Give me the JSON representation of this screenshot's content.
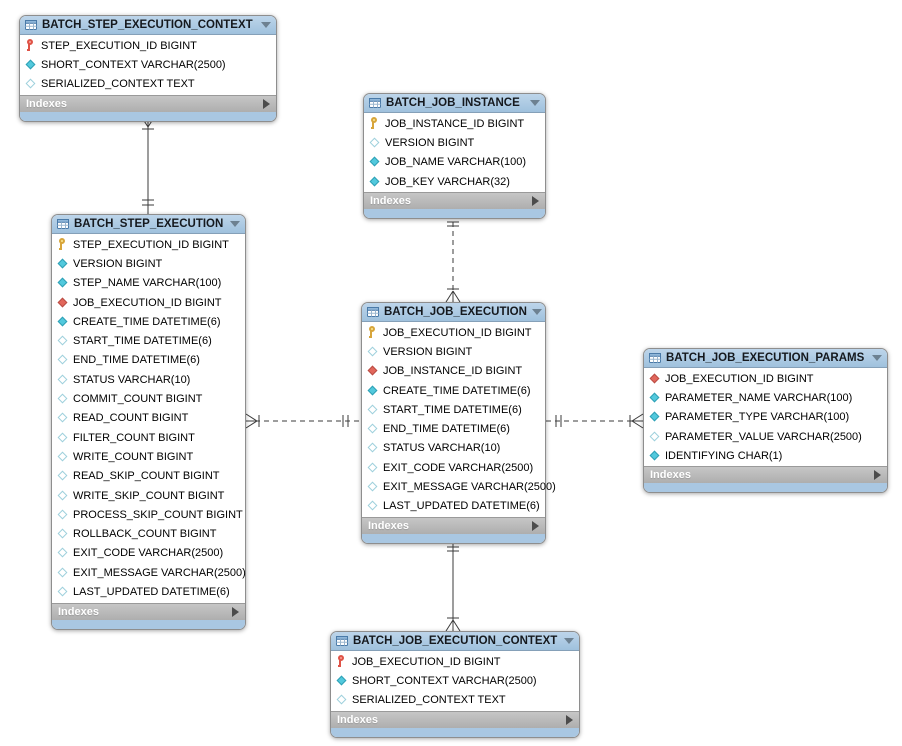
{
  "diagram": {
    "kind": "EER database diagram",
    "colors": {
      "table_header_blue": "#a9c7e2",
      "footer_gray": "#b5b5b5",
      "body_white": "#ffffff",
      "primary_key_yellow": "#f0c040",
      "primary_foreign_key_red": "#df5347",
      "notnull_diamond_cyan": "#52c9dd",
      "foreign_key_diamond_red": "#e2675c",
      "relationship_line": "#3b3b3b"
    }
  },
  "tables": [
    {
      "title": "BATCH_STEP_EXECUTION_CONTEXT",
      "footer": "Indexes",
      "fields": [
        {
          "icon": "primary-foreign-key",
          "label": "STEP_EXECUTION_ID BIGINT"
        },
        {
          "icon": "notnull-column",
          "label": "SHORT_CONTEXT VARCHAR(2500)"
        },
        {
          "icon": "nullable-column",
          "label": "SERIALIZED_CONTEXT TEXT"
        }
      ]
    },
    {
      "title": "BATCH_JOB_INSTANCE",
      "footer": "Indexes",
      "fields": [
        {
          "icon": "primary-key",
          "label": "JOB_INSTANCE_ID BIGINT"
        },
        {
          "icon": "nullable-column",
          "label": "VERSION BIGINT"
        },
        {
          "icon": "notnull-column",
          "label": "JOB_NAME VARCHAR(100)"
        },
        {
          "icon": "notnull-column",
          "label": "JOB_KEY VARCHAR(32)"
        }
      ]
    },
    {
      "title": "BATCH_STEP_EXECUTION",
      "footer": "Indexes",
      "fields": [
        {
          "icon": "primary-key",
          "label": "STEP_EXECUTION_ID BIGINT"
        },
        {
          "icon": "notnull-column",
          "label": "VERSION BIGINT"
        },
        {
          "icon": "notnull-column",
          "label": "STEP_NAME VARCHAR(100)"
        },
        {
          "icon": "foreign-key-column",
          "label": "JOB_EXECUTION_ID BIGINT"
        },
        {
          "icon": "notnull-column",
          "label": "CREATE_TIME DATETIME(6)"
        },
        {
          "icon": "nullable-column",
          "label": "START_TIME DATETIME(6)"
        },
        {
          "icon": "nullable-column",
          "label": "END_TIME DATETIME(6)"
        },
        {
          "icon": "nullable-column",
          "label": "STATUS VARCHAR(10)"
        },
        {
          "icon": "nullable-column",
          "label": "COMMIT_COUNT BIGINT"
        },
        {
          "icon": "nullable-column",
          "label": "READ_COUNT BIGINT"
        },
        {
          "icon": "nullable-column",
          "label": "FILTER_COUNT BIGINT"
        },
        {
          "icon": "nullable-column",
          "label": "WRITE_COUNT BIGINT"
        },
        {
          "icon": "nullable-column",
          "label": "READ_SKIP_COUNT BIGINT"
        },
        {
          "icon": "nullable-column",
          "label": "WRITE_SKIP_COUNT BIGINT"
        },
        {
          "icon": "nullable-column",
          "label": "PROCESS_SKIP_COUNT BIGINT"
        },
        {
          "icon": "nullable-column",
          "label": "ROLLBACK_COUNT BIGINT"
        },
        {
          "icon": "nullable-column",
          "label": "EXIT_CODE VARCHAR(2500)"
        },
        {
          "icon": "nullable-column",
          "label": "EXIT_MESSAGE VARCHAR(2500)"
        },
        {
          "icon": "nullable-column",
          "label": "LAST_UPDATED DATETIME(6)"
        }
      ]
    },
    {
      "title": "BATCH_JOB_EXECUTION",
      "footer": "Indexes",
      "fields": [
        {
          "icon": "primary-key",
          "label": "JOB_EXECUTION_ID BIGINT"
        },
        {
          "icon": "nullable-column",
          "label": "VERSION BIGINT"
        },
        {
          "icon": "foreign-key-column",
          "label": "JOB_INSTANCE_ID BIGINT"
        },
        {
          "icon": "notnull-column",
          "label": "CREATE_TIME DATETIME(6)"
        },
        {
          "icon": "nullable-column",
          "label": "START_TIME DATETIME(6)"
        },
        {
          "icon": "nullable-column",
          "label": "END_TIME DATETIME(6)"
        },
        {
          "icon": "nullable-column",
          "label": "STATUS VARCHAR(10)"
        },
        {
          "icon": "nullable-column",
          "label": "EXIT_CODE VARCHAR(2500)"
        },
        {
          "icon": "nullable-column",
          "label": "EXIT_MESSAGE VARCHAR(2500)"
        },
        {
          "icon": "nullable-column",
          "label": "LAST_UPDATED DATETIME(6)"
        }
      ]
    },
    {
      "title": "BATCH_JOB_EXECUTION_PARAMS",
      "footer": "Indexes",
      "fields": [
        {
          "icon": "foreign-key-column",
          "label": "JOB_EXECUTION_ID BIGINT"
        },
        {
          "icon": "notnull-column",
          "label": "PARAMETER_NAME VARCHAR(100)"
        },
        {
          "icon": "notnull-column",
          "label": "PARAMETER_TYPE VARCHAR(100)"
        },
        {
          "icon": "nullable-column",
          "label": "PARAMETER_VALUE VARCHAR(2500)"
        },
        {
          "icon": "notnull-column",
          "label": "IDENTIFYING CHAR(1)"
        }
      ]
    },
    {
      "title": "BATCH_JOB_EXECUTION_CONTEXT",
      "footer": "Indexes",
      "fields": [
        {
          "icon": "primary-foreign-key",
          "label": "JOB_EXECUTION_ID BIGINT"
        },
        {
          "icon": "notnull-column",
          "label": "SHORT_CONTEXT VARCHAR(2500)"
        },
        {
          "icon": "nullable-column",
          "label": "SERIALIZED_CONTEXT TEXT"
        }
      ]
    }
  ],
  "connectors": [
    {
      "from": "BATCH_STEP_EXECUTION_CONTEXT",
      "to": "BATCH_STEP_EXECUTION",
      "line": "solid",
      "from_end": "many",
      "to_end": "one-and-only-one"
    },
    {
      "from": "BATCH_JOB_INSTANCE",
      "to": "BATCH_JOB_EXECUTION",
      "line": "dashed",
      "from_end": "one-and-only-one",
      "to_end": "many"
    },
    {
      "from": "BATCH_STEP_EXECUTION",
      "to": "BATCH_JOB_EXECUTION",
      "line": "dashed",
      "from_end": "many",
      "to_end": "one-and-only-one"
    },
    {
      "from": "BATCH_JOB_EXECUTION",
      "to": "BATCH_JOB_EXECUTION_PARAMS",
      "line": "dashed",
      "from_end": "one-and-only-one",
      "to_end": "many"
    },
    {
      "from": "BATCH_JOB_EXECUTION",
      "to": "BATCH_JOB_EXECUTION_CONTEXT",
      "line": "solid",
      "from_end": "one-and-only-one",
      "to_end": "many"
    }
  ]
}
